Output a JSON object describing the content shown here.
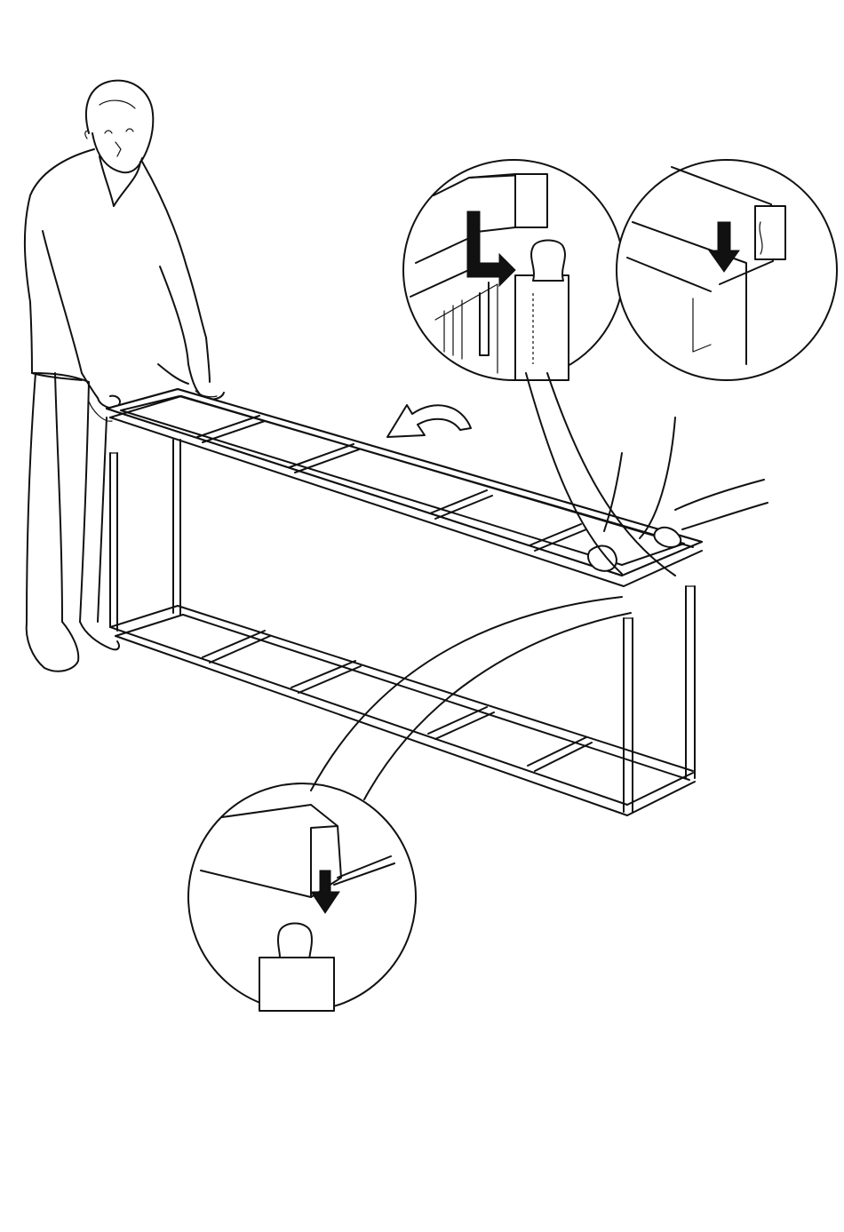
{
  "illustration": {
    "colors": {
      "ink": "#111111",
      "paper": "#ffffff"
    },
    "icons": [
      "person",
      "rotate-arrow",
      "down-arrow",
      "right-arrow",
      "magnifier-circle"
    ],
    "steps": [
      {
        "action": "lift-and-rotate-top-frame",
        "direction": "counterclockwise"
      },
      {
        "action": "align-clip-with-leg",
        "direction": "right"
      },
      {
        "action": "press-frame-onto-leg",
        "direction": "down"
      },
      {
        "action": "press-frame-onto-leg",
        "direction": "down"
      }
    ],
    "detail_count": 3
  }
}
